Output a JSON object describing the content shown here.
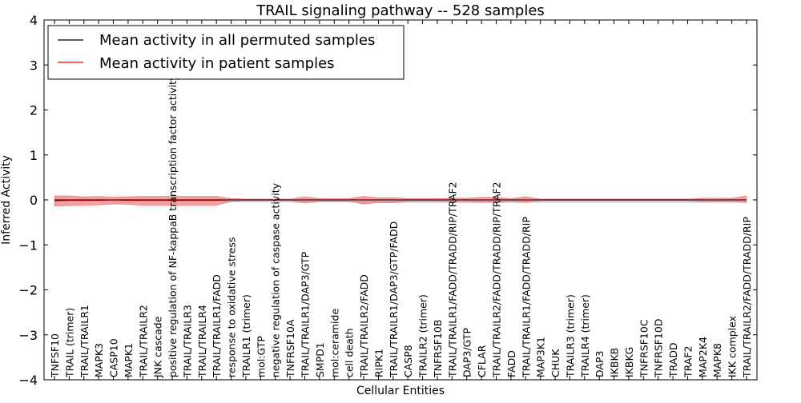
{
  "chart_data": {
    "type": "line",
    "title": "TRAIL signaling pathway -- 528 samples",
    "xlabel": "Cellular Entities",
    "ylabel": "Inferred Activity",
    "ylim": [
      -4,
      4
    ],
    "yticks": [
      "−4",
      "−3",
      "−2",
      "−1",
      "0",
      "1",
      "2",
      "3",
      "4"
    ],
    "grid": false,
    "legend_position": "top-left",
    "colors": {
      "permuted": "#000000",
      "patient": "#ff0000",
      "patient_band": "#f08080",
      "permuted_band": "#c8cde6"
    },
    "categories": [
      "TNFSF10",
      "TRAIL (trimer)",
      "TRAIL/TRAILR1",
      "MAPK3",
      "CASP10",
      "MAPK1",
      "TRAIL/TRAILR2",
      "JNK cascade",
      "positive regulation of NF-kappaB transcription factor activity",
      "TRAIL/TRAILR3",
      "TRAIL/TRAILR4",
      "TRAIL/TRAILR1/FADD",
      "response to oxidative stress",
      "TRAILR1 (trimer)",
      "mol:GTP",
      "negative regulation of caspase activity",
      "TNFRSF10A",
      "TRAIL/TRAILR1/DAP3/GTP",
      "SMPD1",
      "mol:ceramide",
      "cell death",
      "TRAIL/TRAILR2/FADD",
      "RIPK1",
      "TRAIL/TRAILR1/DAP3/GTP/FADD",
      "CASP8",
      "TRAILR2 (trimer)",
      "TNFRSF10B",
      "TRAIL/TRAILR1/FADD/TRADD/RIP/TRAF2",
      "DAP3/GTP",
      "CFLAR",
      "TRAIL/TRAILR2/FADD/TRADD/RIP/TRAF2",
      "FADD",
      "TRAIL/TRAILR1/FADD/TRADD/RIP",
      "MAP3K1",
      "CHUK",
      "TRAILR3 (trimer)",
      "TRAILR4 (trimer)",
      "DAP3",
      "IKBKB",
      "IKBKG",
      "TNFRSF10C",
      "TNFRSF10D",
      "TRADD",
      "TRAF2",
      "MAP2K4",
      "MAPK8",
      "IKK complex",
      "TRAIL/TRAILR2/FADD/TRADD/RIP"
    ],
    "series": [
      {
        "name": "Mean activity in all permuted samples",
        "values": [
          0,
          0,
          0,
          0,
          0,
          0,
          0,
          0,
          0,
          0,
          0,
          0,
          0,
          0,
          0,
          0,
          0,
          0,
          0,
          0,
          0,
          0,
          0,
          0,
          0,
          0,
          0,
          0,
          0,
          0,
          0,
          0,
          0,
          0,
          0,
          0,
          0,
          0,
          0,
          0,
          0,
          0,
          0,
          0,
          0,
          0,
          0,
          0
        ],
        "band_upper": [
          0.02,
          0.02,
          0.02,
          0.02,
          0.02,
          0.02,
          0.02,
          0.02,
          0.02,
          0.02,
          0.02,
          0.02,
          0.02,
          0.02,
          0.02,
          0.02,
          0.02,
          0.02,
          0.02,
          0.02,
          0.02,
          0.02,
          0.02,
          0.02,
          0.02,
          0.02,
          0.02,
          0.02,
          0.02,
          0.02,
          0.02,
          0.02,
          0.02,
          0.02,
          0.02,
          0.02,
          0.02,
          0.02,
          0.02,
          0.02,
          0.02,
          0.02,
          0.02,
          0.02,
          0.02,
          0.02,
          0.02,
          0.02
        ],
        "band_lower": [
          -0.05,
          -0.05,
          -0.05,
          -0.05,
          -0.05,
          -0.05,
          -0.05,
          -0.05,
          -0.05,
          -0.05,
          -0.05,
          -0.05,
          -0.06,
          -0.06,
          -0.06,
          -0.06,
          -0.06,
          -0.06,
          -0.06,
          -0.06,
          -0.06,
          -0.06,
          -0.07,
          -0.07,
          -0.07,
          -0.07,
          -0.07,
          -0.07,
          -0.07,
          -0.07,
          -0.07,
          -0.07,
          -0.07,
          -0.07,
          -0.07,
          -0.07,
          -0.07,
          -0.07,
          -0.07,
          -0.07,
          -0.07,
          -0.07,
          -0.07,
          -0.07,
          -0.07,
          -0.06,
          -0.06,
          -0.06
        ]
      },
      {
        "name": "Mean activity in patient samples",
        "values": [
          -0.02,
          -0.01,
          -0.01,
          -0.01,
          0.0,
          -0.01,
          -0.01,
          -0.01,
          -0.01,
          -0.01,
          -0.01,
          -0.01,
          0.0,
          0.0,
          0.0,
          0.0,
          0.0,
          0.0,
          0.0,
          0.0,
          0.0,
          0.0,
          0.0,
          0.0,
          0.0,
          0.0,
          0.0,
          0.0,
          0.0,
          0.0,
          0.0,
          0.0,
          0.0,
          0.0,
          0.0,
          0.0,
          0.0,
          0.0,
          0.0,
          0.0,
          0.0,
          0.0,
          0.0,
          0.0,
          0.0,
          0.0,
          0.0,
          0.0
        ],
        "band_upper": [
          0.09,
          0.09,
          0.07,
          0.08,
          0.06,
          0.07,
          0.08,
          0.08,
          0.08,
          0.08,
          0.08,
          0.08,
          0.03,
          0.02,
          0.02,
          0.02,
          0.02,
          0.07,
          0.03,
          0.03,
          0.03,
          0.08,
          0.05,
          0.05,
          0.03,
          0.03,
          0.03,
          0.04,
          0.04,
          0.06,
          0.06,
          0.03,
          0.07,
          0.02,
          0.02,
          0.02,
          0.02,
          0.02,
          0.02,
          0.02,
          0.02,
          0.02,
          0.02,
          0.02,
          0.04,
          0.04,
          0.04,
          0.09
        ],
        "band_lower": [
          -0.14,
          -0.13,
          -0.12,
          -0.11,
          -0.09,
          -0.1,
          -0.12,
          -0.12,
          -0.12,
          -0.12,
          -0.12,
          -0.12,
          -0.03,
          -0.02,
          -0.02,
          -0.02,
          -0.02,
          -0.07,
          -0.03,
          -0.03,
          -0.03,
          -0.09,
          -0.06,
          -0.06,
          -0.03,
          -0.03,
          -0.03,
          -0.04,
          -0.04,
          -0.05,
          -0.05,
          -0.03,
          -0.05,
          -0.02,
          -0.02,
          -0.02,
          -0.02,
          -0.02,
          -0.02,
          -0.02,
          -0.02,
          -0.02,
          -0.02,
          -0.02,
          -0.04,
          -0.04,
          -0.04,
          -0.06
        ]
      }
    ]
  }
}
